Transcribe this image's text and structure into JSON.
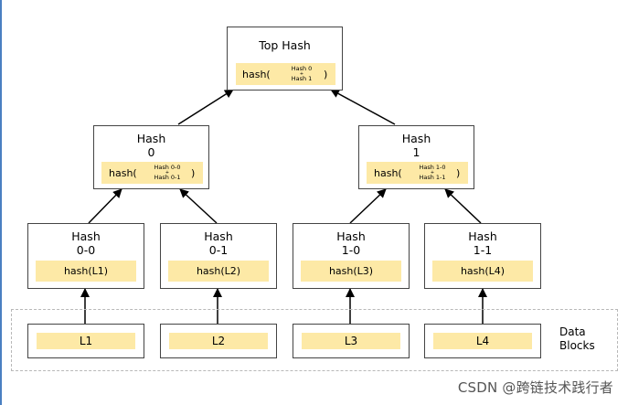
{
  "top": {
    "title": "Top Hash",
    "hash_prefix": "hash(",
    "hash_a": "Hash 0",
    "hash_plus": "+",
    "hash_b": "Hash 1",
    "hash_suffix": ")"
  },
  "level1": [
    {
      "title_line1": "Hash",
      "title_line2": "0",
      "hash_prefix": "hash(",
      "hash_a": "Hash 0-0",
      "hash_plus": "+",
      "hash_b": "Hash 0-1",
      "hash_suffix": ")"
    },
    {
      "title_line1": "Hash",
      "title_line2": "1",
      "hash_prefix": "hash(",
      "hash_a": "Hash 1-0",
      "hash_plus": "+",
      "hash_b": "Hash 1-1",
      "hash_suffix": ")"
    }
  ],
  "level2": [
    {
      "title_line1": "Hash",
      "title_line2": "0-0",
      "hash": "hash(L1)"
    },
    {
      "title_line1": "Hash",
      "title_line2": "0-1",
      "hash": "hash(L2)"
    },
    {
      "title_line1": "Hash",
      "title_line2": "1-0",
      "hash": "hash(L3)"
    },
    {
      "title_line1": "Hash",
      "title_line2": "1-1",
      "hash": "hash(L4)"
    }
  ],
  "leaves": [
    "L1",
    "L2",
    "L3",
    "L4"
  ],
  "data_blocks_label": {
    "line1": "Data",
    "line2": "Blocks"
  },
  "watermark": "CSDN @跨链技术践行者",
  "colors": {
    "hash_fill": "#fde9a6",
    "border": "#444444",
    "dashed": "#b8b8b8"
  }
}
